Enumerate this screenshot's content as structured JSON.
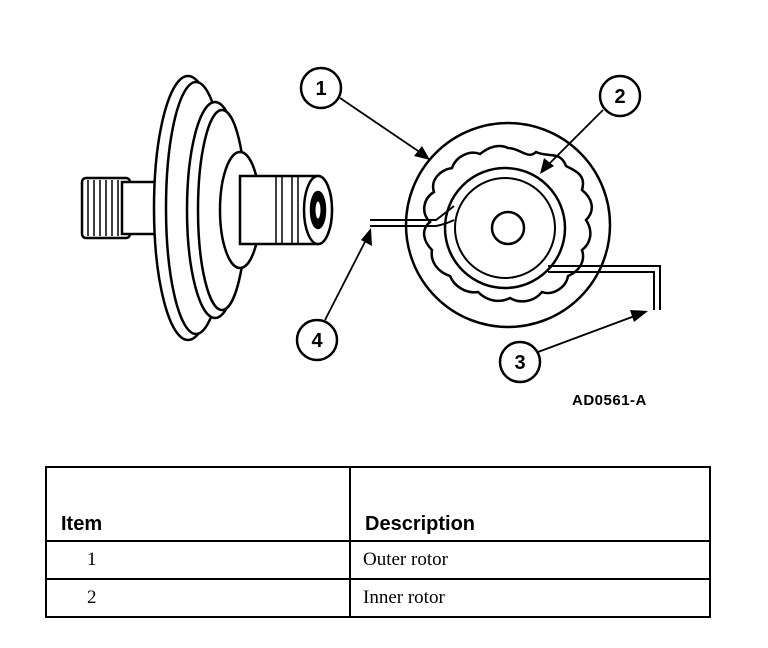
{
  "figure": {
    "code": "AD0561-A",
    "callouts": [
      "1",
      "2",
      "3",
      "4"
    ]
  },
  "table": {
    "headers": {
      "item": "Item",
      "description": "Description"
    },
    "rows": [
      {
        "item": "1",
        "description": "Outer rotor"
      },
      {
        "item": "2",
        "description": "Inner rotor"
      }
    ]
  }
}
